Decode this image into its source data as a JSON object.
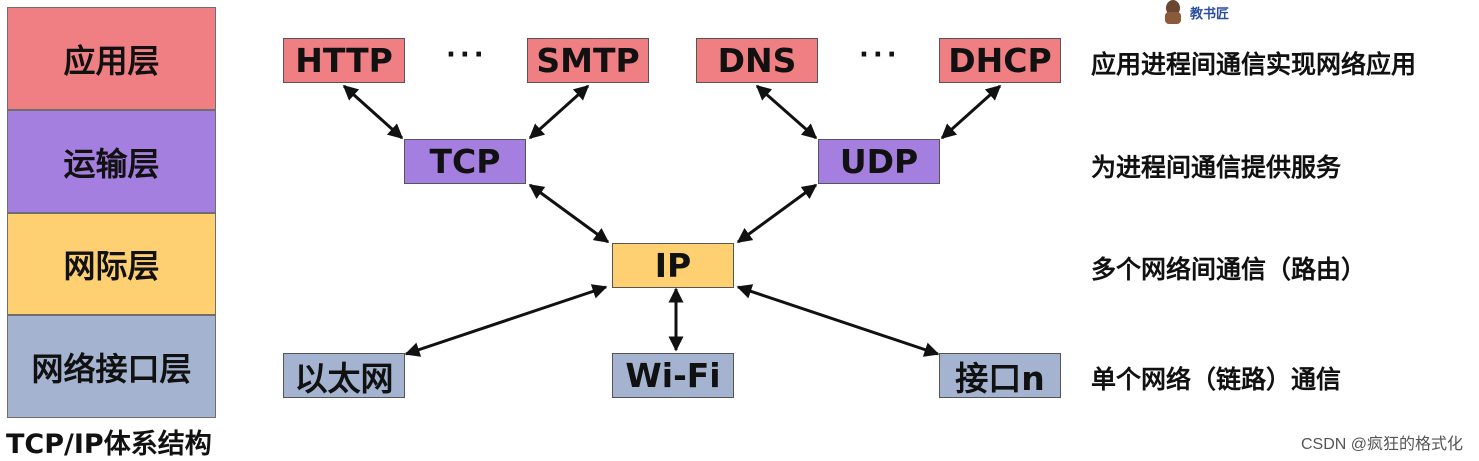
{
  "layers": [
    {
      "label": "应用层",
      "color": "#f07f84"
    },
    {
      "label": "运输层",
      "color": "#a57fe0"
    },
    {
      "label": "网际层",
      "color": "#fed072"
    },
    {
      "label": "网络接口层",
      "color": "#a3b3d0"
    }
  ],
  "caption": "TCP/IP体系结构",
  "protocols": {
    "http": "HTTP",
    "smtp": "SMTP",
    "dns": "DNS",
    "dhcp": "DHCP",
    "app_ellipsis_left": "···",
    "app_ellipsis_right": "···",
    "tcp": "TCP",
    "udp": "UDP",
    "ip": "IP",
    "ethernet": "以太网",
    "wifi": "Wi-Fi",
    "interface_n": "接口n"
  },
  "descriptions": [
    "应用进程间通信实现网络应用",
    "为进程间通信提供服务",
    "多个网络间通信（路由）",
    "单个网络（链路）通信"
  ],
  "logo_text": "教书匠",
  "watermark": "CSDN @疯狂的格式化"
}
